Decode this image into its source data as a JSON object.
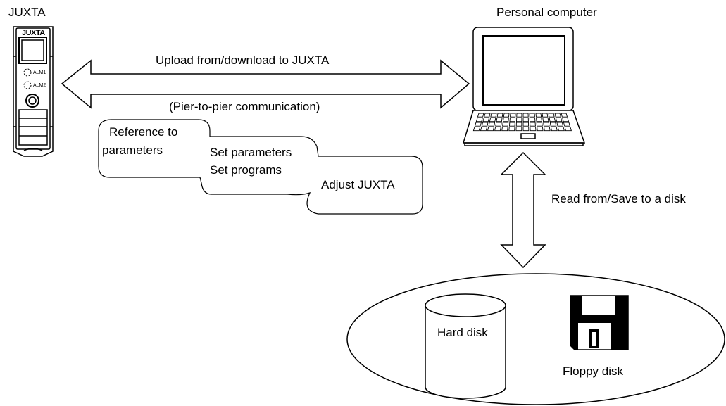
{
  "device": {
    "title": "JUXTA",
    "logo": "JUXTA",
    "alarm1": "ALM1",
    "alarm2": "ALM2"
  },
  "computer": {
    "title": "Personal computer"
  },
  "communication": {
    "top_label": "Upload from/download to JUXTA",
    "bottom_label": "(Pier-to-pier communication)"
  },
  "functions": {
    "reference_line1": "Reference to",
    "reference_line2": "parameters",
    "set_params": "Set parameters",
    "set_programs": "Set programs",
    "adjust": "Adjust JUXTA"
  },
  "storage": {
    "read_save": "Read from/Save to a disk",
    "hard_disk": "Hard disk",
    "floppy_disk": "Floppy disk"
  }
}
